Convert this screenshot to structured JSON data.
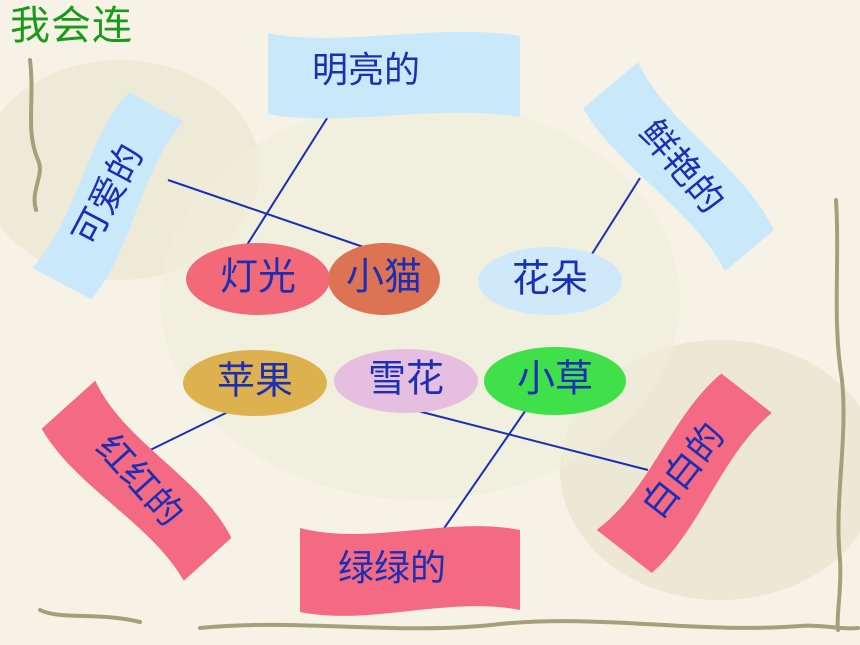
{
  "title": "我会连",
  "colors": {
    "blue_banner": "#c9e9fb",
    "red_banner": "#f46a83",
    "text_blue": "#1a2fb4",
    "line_blue": "#1a2fb4",
    "title_green": "#1a9a1a"
  },
  "adjectives": {
    "bright": "明亮的",
    "lovely": "可爱的",
    "vivid": "鲜艳的",
    "red": "红红的",
    "green": "绿绿的",
    "white": "白白的"
  },
  "nouns": {
    "light": "灯光",
    "kitten": "小猫",
    "flower": "花朵",
    "apple": "苹果",
    "snowflake": "雪花",
    "grass": "小草"
  },
  "connections": [
    [
      "bright",
      "light"
    ],
    [
      "lovely",
      "kitten"
    ],
    [
      "vivid",
      "flower"
    ],
    [
      "red",
      "apple"
    ],
    [
      "green",
      "grass"
    ],
    [
      "white",
      "snowflake"
    ]
  ]
}
